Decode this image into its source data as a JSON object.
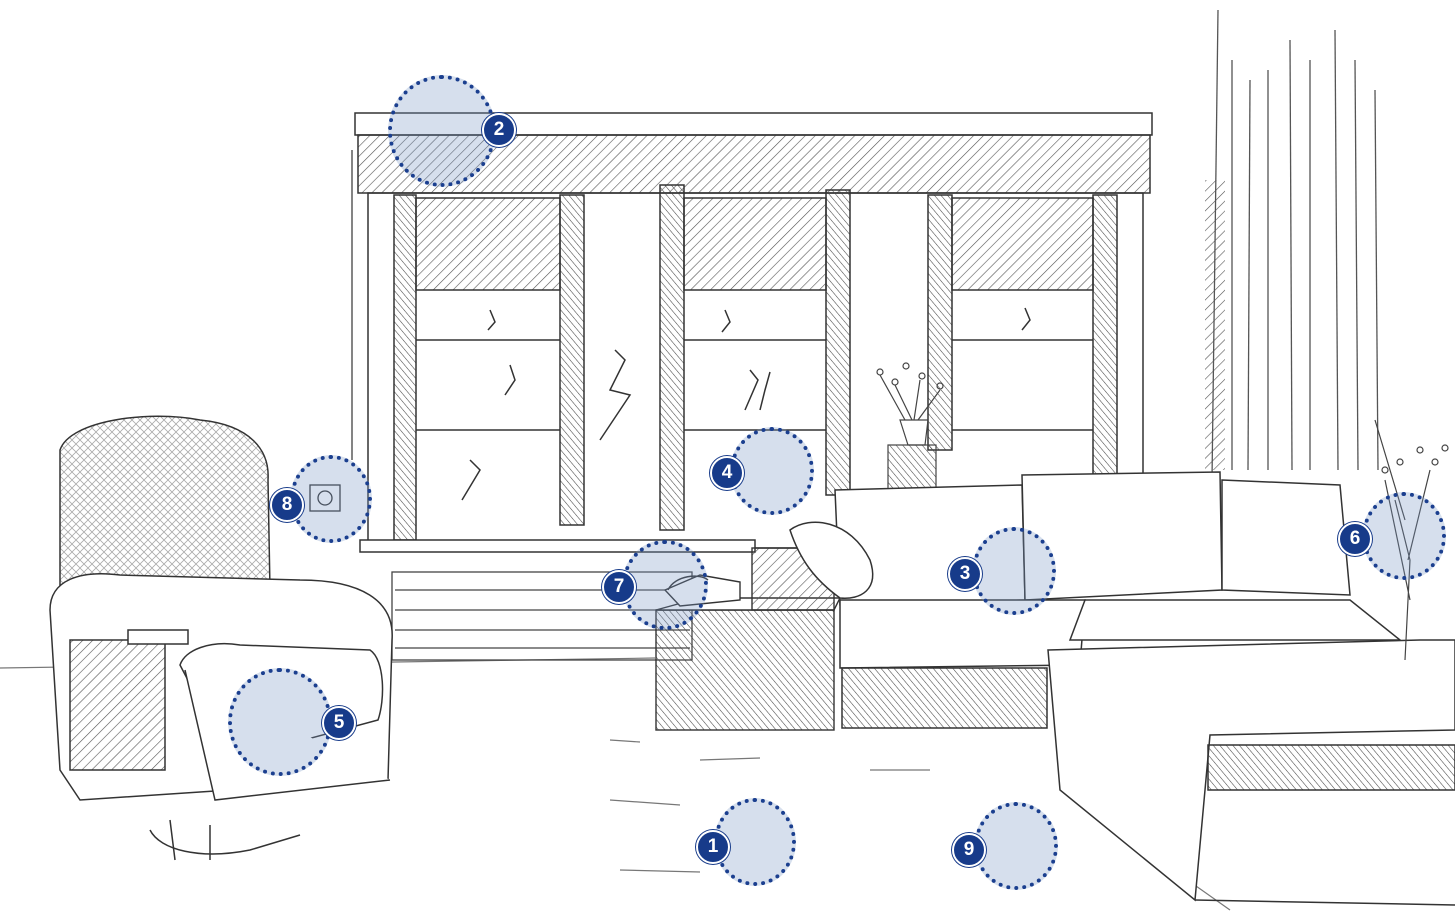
{
  "scene": {
    "illustration": "living-room-sketch",
    "accent_color": "#173b8a",
    "zone_fill_color": "#7894c4",
    "line_color": "#333333"
  },
  "hotspots": [
    {
      "id": "1",
      "label": "1"
    },
    {
      "id": "2",
      "label": "2"
    },
    {
      "id": "3",
      "label": "3"
    },
    {
      "id": "4",
      "label": "4"
    },
    {
      "id": "5",
      "label": "5"
    },
    {
      "id": "6",
      "label": "6"
    },
    {
      "id": "7",
      "label": "7"
    },
    {
      "id": "8",
      "label": "8"
    },
    {
      "id": "9",
      "label": "9"
    }
  ]
}
